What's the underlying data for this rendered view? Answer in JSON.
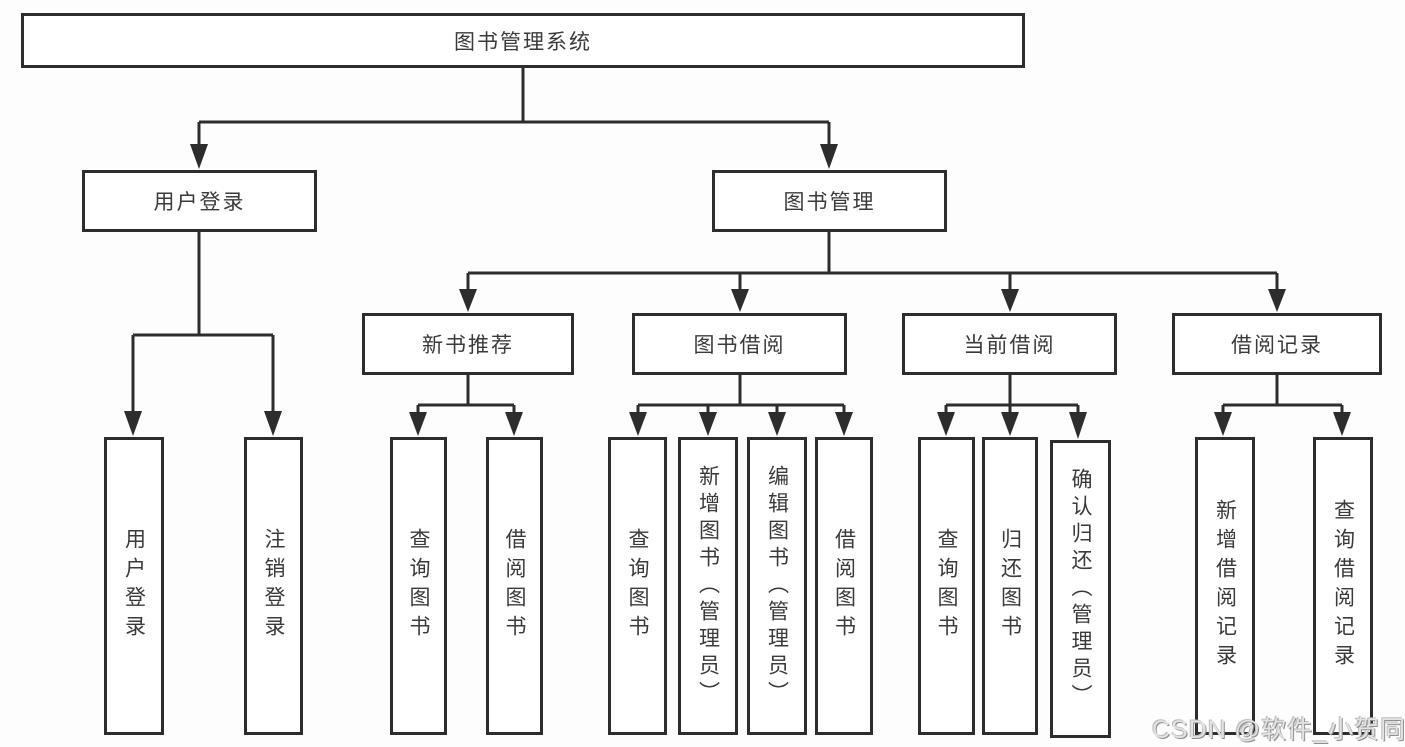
{
  "diagram_title": "图书管理系统",
  "nodes": {
    "root": "图书管理系统",
    "level2": [
      "用户登录",
      "图书管理"
    ],
    "level3": [
      "新书推荐",
      "图书借阅",
      "当前借阅",
      "借阅记录"
    ],
    "leaves": {
      "login": [
        "用户登录",
        "注销登录"
      ],
      "recommend": [
        "查询图书",
        "借阅图书"
      ],
      "borrow": [
        "查询图书",
        "新增图书（管理员）",
        "编辑图书（管理员）",
        "借阅图书"
      ],
      "current": [
        "查询图书",
        "归还图书",
        "确认归还（管理员）"
      ],
      "records": [
        "新增借阅记录",
        "查询借阅记录"
      ]
    }
  },
  "watermark": "CSDN @软件_小贺同学",
  "colors": {
    "line": "#2d2d2d",
    "box_border": "#2d2d2d",
    "text": "#3a3a3a",
    "background": "#fdfdfd",
    "watermark_fill": "#e3e3e3",
    "watermark_shadow": "#8f8f8f"
  }
}
